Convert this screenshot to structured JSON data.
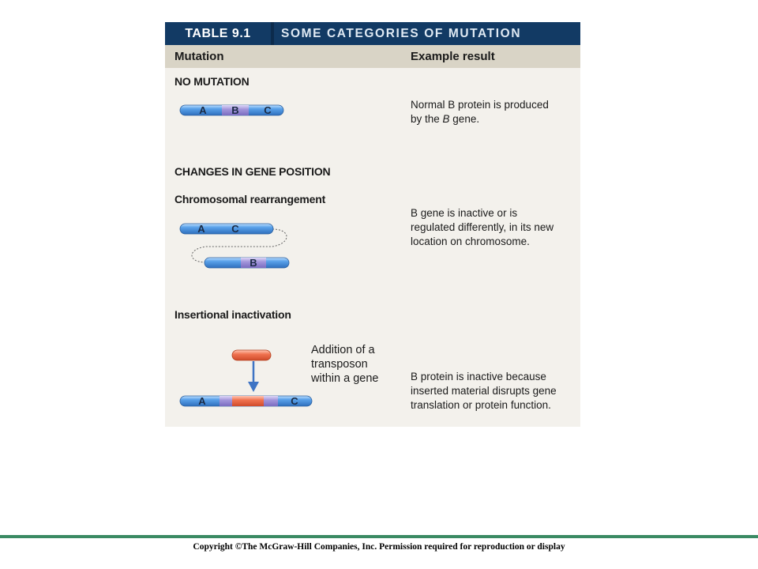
{
  "table": {
    "number": "TABLE 9.1",
    "title": "SOME CATEGORIES OF MUTATION",
    "col_mutation": "Mutation",
    "col_result": "Example result"
  },
  "rows": {
    "no_mutation": {
      "heading": "NO MUTATION",
      "result_line1_pre": "Normal B protein is produced",
      "result_line2_pre": "by the ",
      "result_line2_italic": "B",
      "result_line2_post": " gene."
    },
    "gene_position": {
      "heading": "CHANGES IN GENE POSITION"
    },
    "rearrangement": {
      "heading": "Chromosomal rearrangement",
      "result_lines": [
        "B gene is inactive or is",
        "regulated differently, in its new",
        "location on chromosome."
      ]
    },
    "insertional": {
      "heading": "Insertional inactivation",
      "annotation_lines": [
        "Addition of a",
        "transposon",
        "within a gene"
      ],
      "result_lines": [
        "B protein is inactive because",
        "inserted material disrupts gene",
        "translation or protein function."
      ]
    }
  },
  "gene_labels": {
    "a": "A",
    "b": "B",
    "c": "C"
  },
  "colors": {
    "header_bg": "#123a64",
    "column_bar": "#d9d4c6",
    "panel_bg": "#f3f1ec",
    "chromosome_blue": "#4a90d9",
    "gene_b_purple": "#9b8fd2",
    "transposon_orange": "#ef6a4a",
    "footer_line": "#3a8a63"
  },
  "footer": {
    "copyright": "Copyright ©The McGraw-Hill Companies, Inc. Permission required for reproduction or display"
  }
}
